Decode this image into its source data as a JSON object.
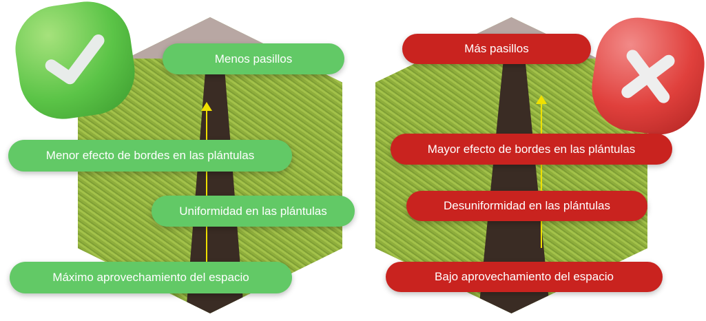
{
  "good": {
    "labels": [
      "Menos pasillos",
      "Menor efecto de bordes en las plántulas",
      "Uniformidad en las plántulas",
      "Máximo aprovechamiento del espacio"
    ],
    "color": "#62c966"
  },
  "bad": {
    "labels": [
      "Más pasillos",
      "Mayor efecto de bordes en las plántulas",
      "Desuniformidad en las plántulas",
      "Bajo aprovechamiento del espacio"
    ],
    "color": "#c9231f"
  }
}
